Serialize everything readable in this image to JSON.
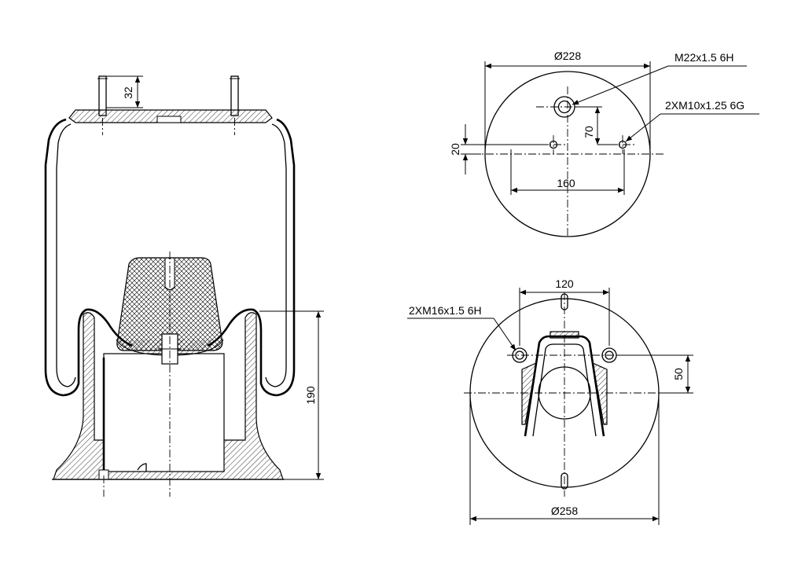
{
  "side_view": {
    "dims": {
      "stud_height": "32",
      "height": "190"
    }
  },
  "top_view": {
    "dims": {
      "diameter": "Ø228",
      "center_thread": "M22x1.5 6H",
      "side_threads": "2XM10x1.25 6G",
      "offset_vertical": "70",
      "offset_small": "20",
      "spacing": "160"
    }
  },
  "bottom_view": {
    "dims": {
      "spacing": "120",
      "threads": "2XM16x1.5 6H",
      "offset": "50",
      "diameter": "Ø258"
    }
  }
}
